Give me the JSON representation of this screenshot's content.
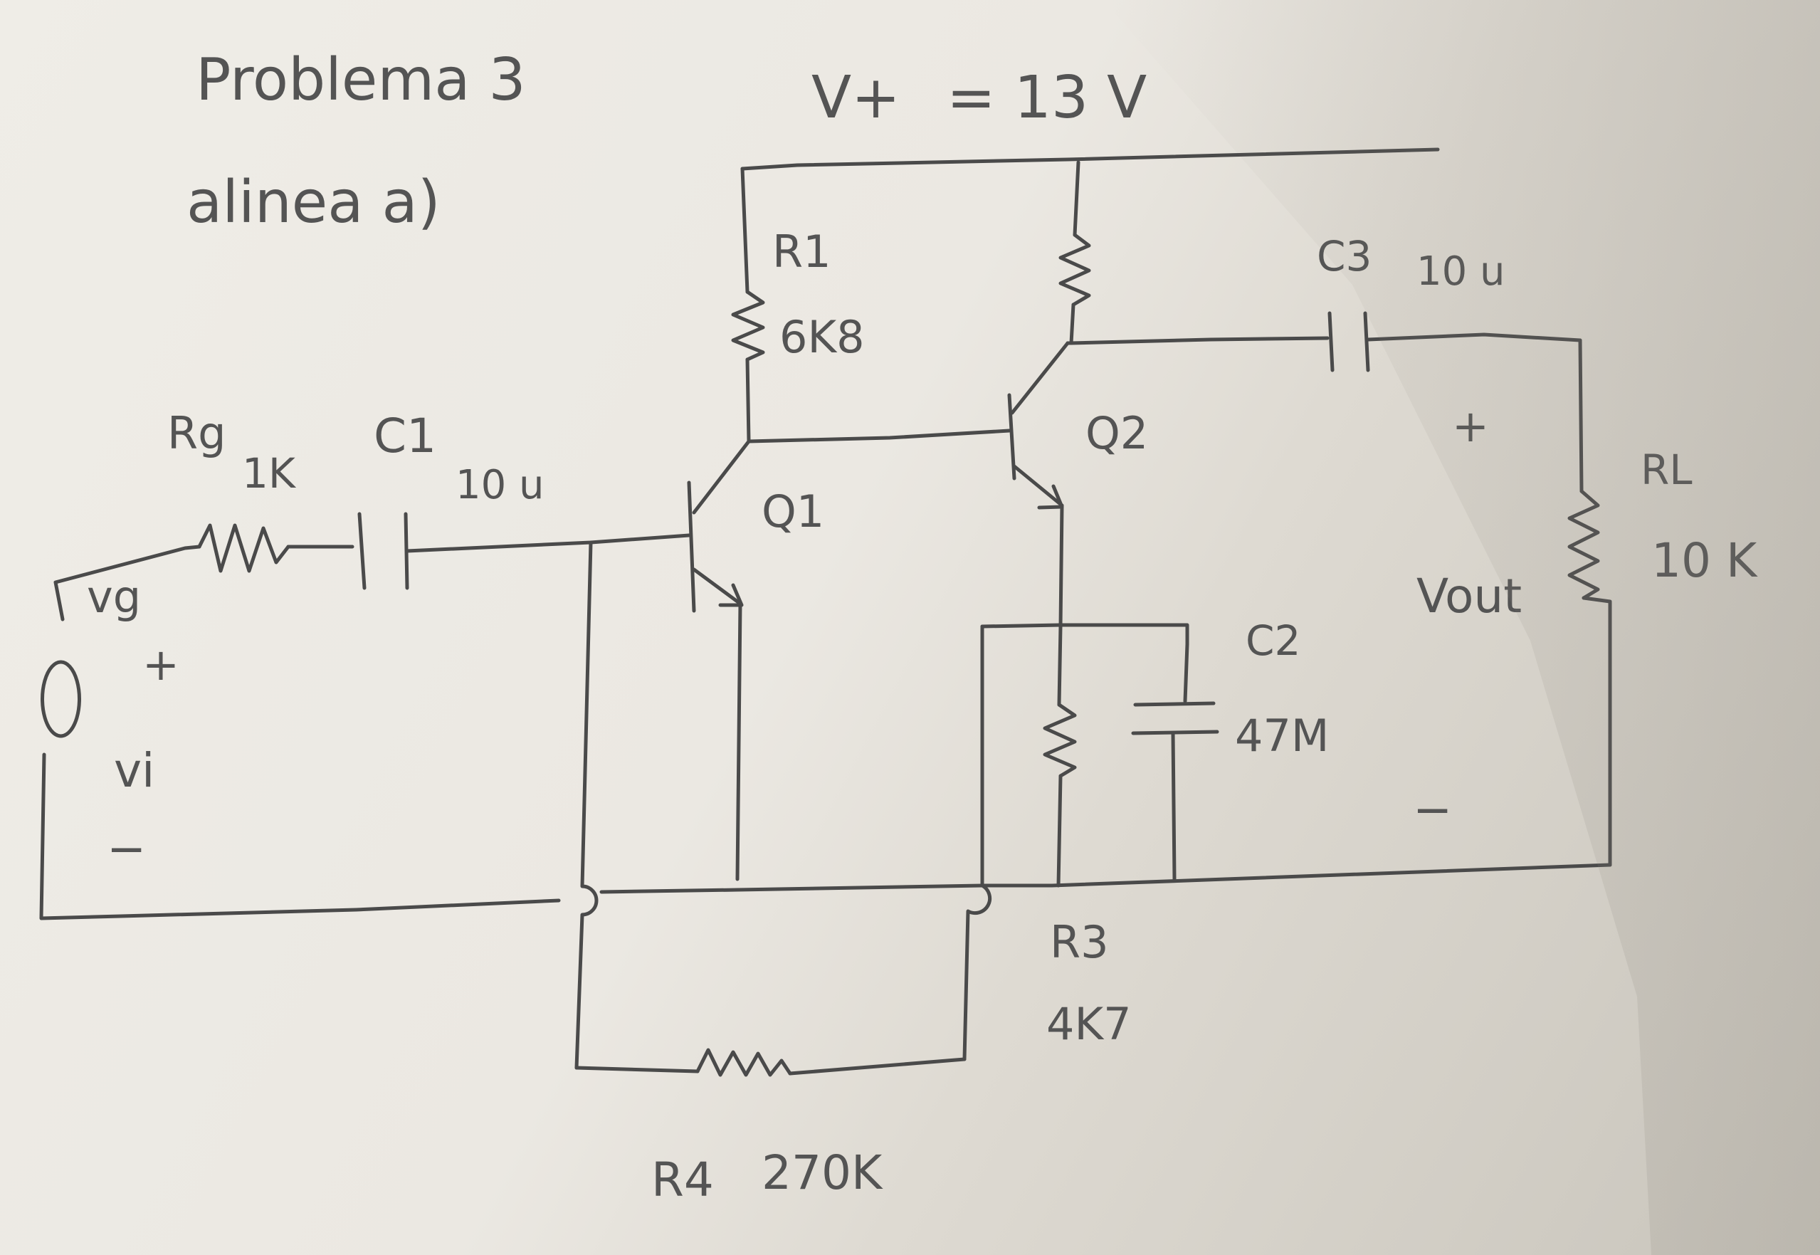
{
  "title": {
    "line1": "Problema 3",
    "line2": "alinea a)"
  },
  "supply": {
    "label": "V+",
    "value": "= 13 V"
  },
  "source": {
    "vg": "vg",
    "plus": "+",
    "vi": "vi",
    "minus": "−"
  },
  "components": {
    "rg_name": "Rg",
    "rg_value": "1K",
    "c1_name": "C1",
    "c1_value": "10 u",
    "r1_name": "R1",
    "r1_value": "6K8",
    "q1": "Q1",
    "q2": "Q2",
    "c3_name": "C3",
    "c3_value": "10 u",
    "c2_name": "C2",
    "c2_value": "47M",
    "r3_name": "R3",
    "r3_value": "4K7",
    "r4_name": "R4",
    "r4_value": "270K",
    "rl_name": "RL",
    "rl_value": "10 K"
  },
  "output": {
    "plus": "+",
    "label": "Vout",
    "minus": "−"
  },
  "colors": {
    "ink": "#4a4a4a",
    "paper": "#ebe8e2"
  }
}
